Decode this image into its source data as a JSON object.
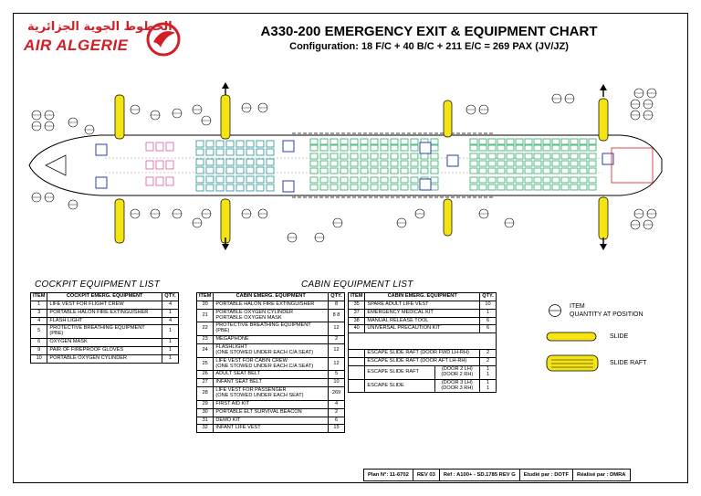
{
  "header": {
    "logo_arabic": "الخطوط الجوية الجزائرية",
    "logo_name": "AIR ALGERIE",
    "title": "A330-200 EMERGENCY EXIT & EQUIPMENT CHART",
    "subtitle": "Configuration: 18 F/C + 40 B/C + 211 E/C = 269 PAX (JV/JZ)"
  },
  "colors": {
    "brand_red": "#d21f26",
    "slide_yellow": "#f4e414",
    "first_seat_pink": "#e0569b",
    "business_seat_teal": "#1f8f8f",
    "economy_seat_green": "#2eaa68",
    "galley_blue": "#2a3fb0"
  },
  "cockpit": {
    "heading": "COCKPIT EQUIPMENT LIST",
    "columns": [
      "ITEM",
      "COCKPIT EMERG. EQUIPMENT",
      "QTY."
    ],
    "rows": [
      {
        "item": "1",
        "desc": "LIFE VEST FOR FLIGHT CREW",
        "qty": "4"
      },
      {
        "item": "3",
        "desc": "PORTABLE HALON FIRE EXTINGUISHER",
        "qty": "1"
      },
      {
        "item": "4",
        "desc": "FLASH LIGHT",
        "qty": "4"
      },
      {
        "item": "5",
        "desc": "PROTECTIVE BREATHING EQUIPMENT (PBE)",
        "qty": "1"
      },
      {
        "item": "6",
        "desc": "OXYGEN MASK",
        "qty": "1"
      },
      {
        "item": "9",
        "desc": "PAIR OF FIREPROOF GLOVES",
        "qty": "1"
      },
      {
        "item": "10",
        "desc": "PORTABLE OXYGEN CYLINDER",
        "qty": "1"
      }
    ]
  },
  "cabin": {
    "heading": "CABIN EQUIPMENT LIST",
    "columns": [
      "ITEM",
      "CABIN EMERG. EQUIPMENT",
      "QTY."
    ],
    "left_rows": [
      {
        "item": "20",
        "desc": "PORTABLE HALON FIRE EXTINGUISHER",
        "qty": "8"
      },
      {
        "item": "21",
        "desc": "PORTABLE OXYGEN CYLINDER\nPORTABLE OXYGEN MASK",
        "qty": "8\n8"
      },
      {
        "item": "22",
        "desc": "PROTECTIVE BREATHING EQUIPMENT (PBE)",
        "qty": "12"
      },
      {
        "item": "23",
        "desc": "MEGAPHONE",
        "qty": "2"
      },
      {
        "item": "24",
        "desc": "FLASHLIGHT\n(ONE STOWED UNDER EACH C/A SEAT)",
        "qty": "12"
      },
      {
        "item": "25",
        "desc": "LIFE VEST FOR CABIN CREW\n(ONE STOWED UNDER EACH C/A SEAT)",
        "qty": "12"
      },
      {
        "item": "26",
        "desc": "ADULT SEAT BELT",
        "qty": "5"
      },
      {
        "item": "27",
        "desc": "INFANT SEAT BELT",
        "qty": "10"
      },
      {
        "item": "28",
        "desc": "LIFE VEST FOR PASSENGER\n(ONE STOWED UNDER EACH SEAT)",
        "qty": "269"
      },
      {
        "item": "29",
        "desc": "FIRST AID KIT",
        "qty": "4"
      },
      {
        "item": "30",
        "desc": "PORTABLE ELT SURVIVAL BEACON",
        "qty": "2"
      },
      {
        "item": "31",
        "desc": "DEMO KIT",
        "qty": "6"
      },
      {
        "item": "32",
        "desc": "INFANT LIFE VEST",
        "qty": "15"
      }
    ],
    "right_rows": [
      {
        "item": "35",
        "desc": "SPARE ADULT LIFE VEST",
        "qty": "10"
      },
      {
        "item": "37",
        "desc": "EMERGENCY MEDICAL KIT",
        "qty": "1"
      },
      {
        "item": "38",
        "desc": "MANUAL RELEASE TOOL",
        "qty": "6"
      },
      {
        "item": "40",
        "desc": "UNIVERSAL PRECAUTION KIT",
        "qty": "6"
      }
    ],
    "slide_rows": [
      {
        "desc": "ESCAPE SLIDE RAFT (DOOR FWD LH-RH)",
        "doors": "",
        "qty": "2"
      },
      {
        "desc": "ESCAPE SLIDE RAFT (DOOR AFT LH-RH)",
        "doors": "",
        "qty": "2"
      },
      {
        "desc": "ESCAPE SLIDE RAFT",
        "doors": "(DOOR 2 LH)\n(DOOR 2 RH)",
        "qty": "1\n1"
      },
      {
        "desc": "ESCAPE SLIDE",
        "doors": "(DOOR 3 LH)\n(DOOR 3 RH)",
        "qty": "1\n1"
      }
    ]
  },
  "legend": {
    "item_line1": "ITEM",
    "item_line2": "QUANTITY AT POSITION",
    "slide": "SLIDE",
    "slide_raft": "SLIDE  RAFT"
  },
  "footer": {
    "plan": "Plan N°: 11-6702",
    "rev": "REV 03",
    "ref": "Réf : A100+ - SD.1785 REV G",
    "etudie": "Etudié par : DOTF",
    "realise": "Réalisé par : DMRA"
  }
}
